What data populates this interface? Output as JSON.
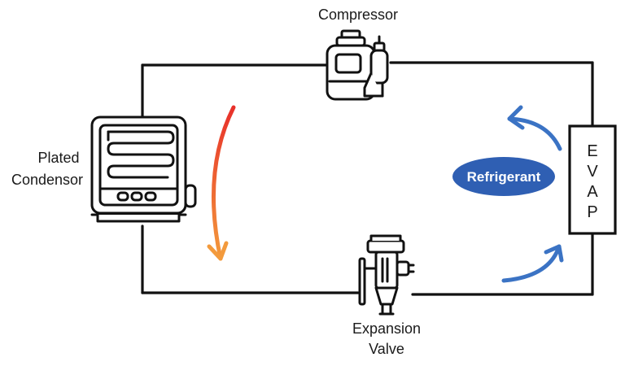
{
  "diagram": {
    "compressor_label": "Compressor",
    "condenser_label_line1": "Plated",
    "condenser_label_line2": "Condensor",
    "expansion_label_line1": "Expansion",
    "expansion_label_line2": "Valve",
    "evap_letters": [
      "E",
      "V",
      "A",
      "P"
    ],
    "refrigerant_label": "Refrigerant"
  },
  "colors": {
    "line": "#111111",
    "pill": "#2f5fb3",
    "arrow_blue": "#3b73c4",
    "arrow_hot_start": "#e8302a",
    "arrow_hot_end": "#f39a3c"
  },
  "icons": [
    "compressor-icon",
    "condenser-icon",
    "expansion-valve-icon",
    "evaporator-box",
    "flow-arrow-hot",
    "flow-arrow-cold"
  ]
}
